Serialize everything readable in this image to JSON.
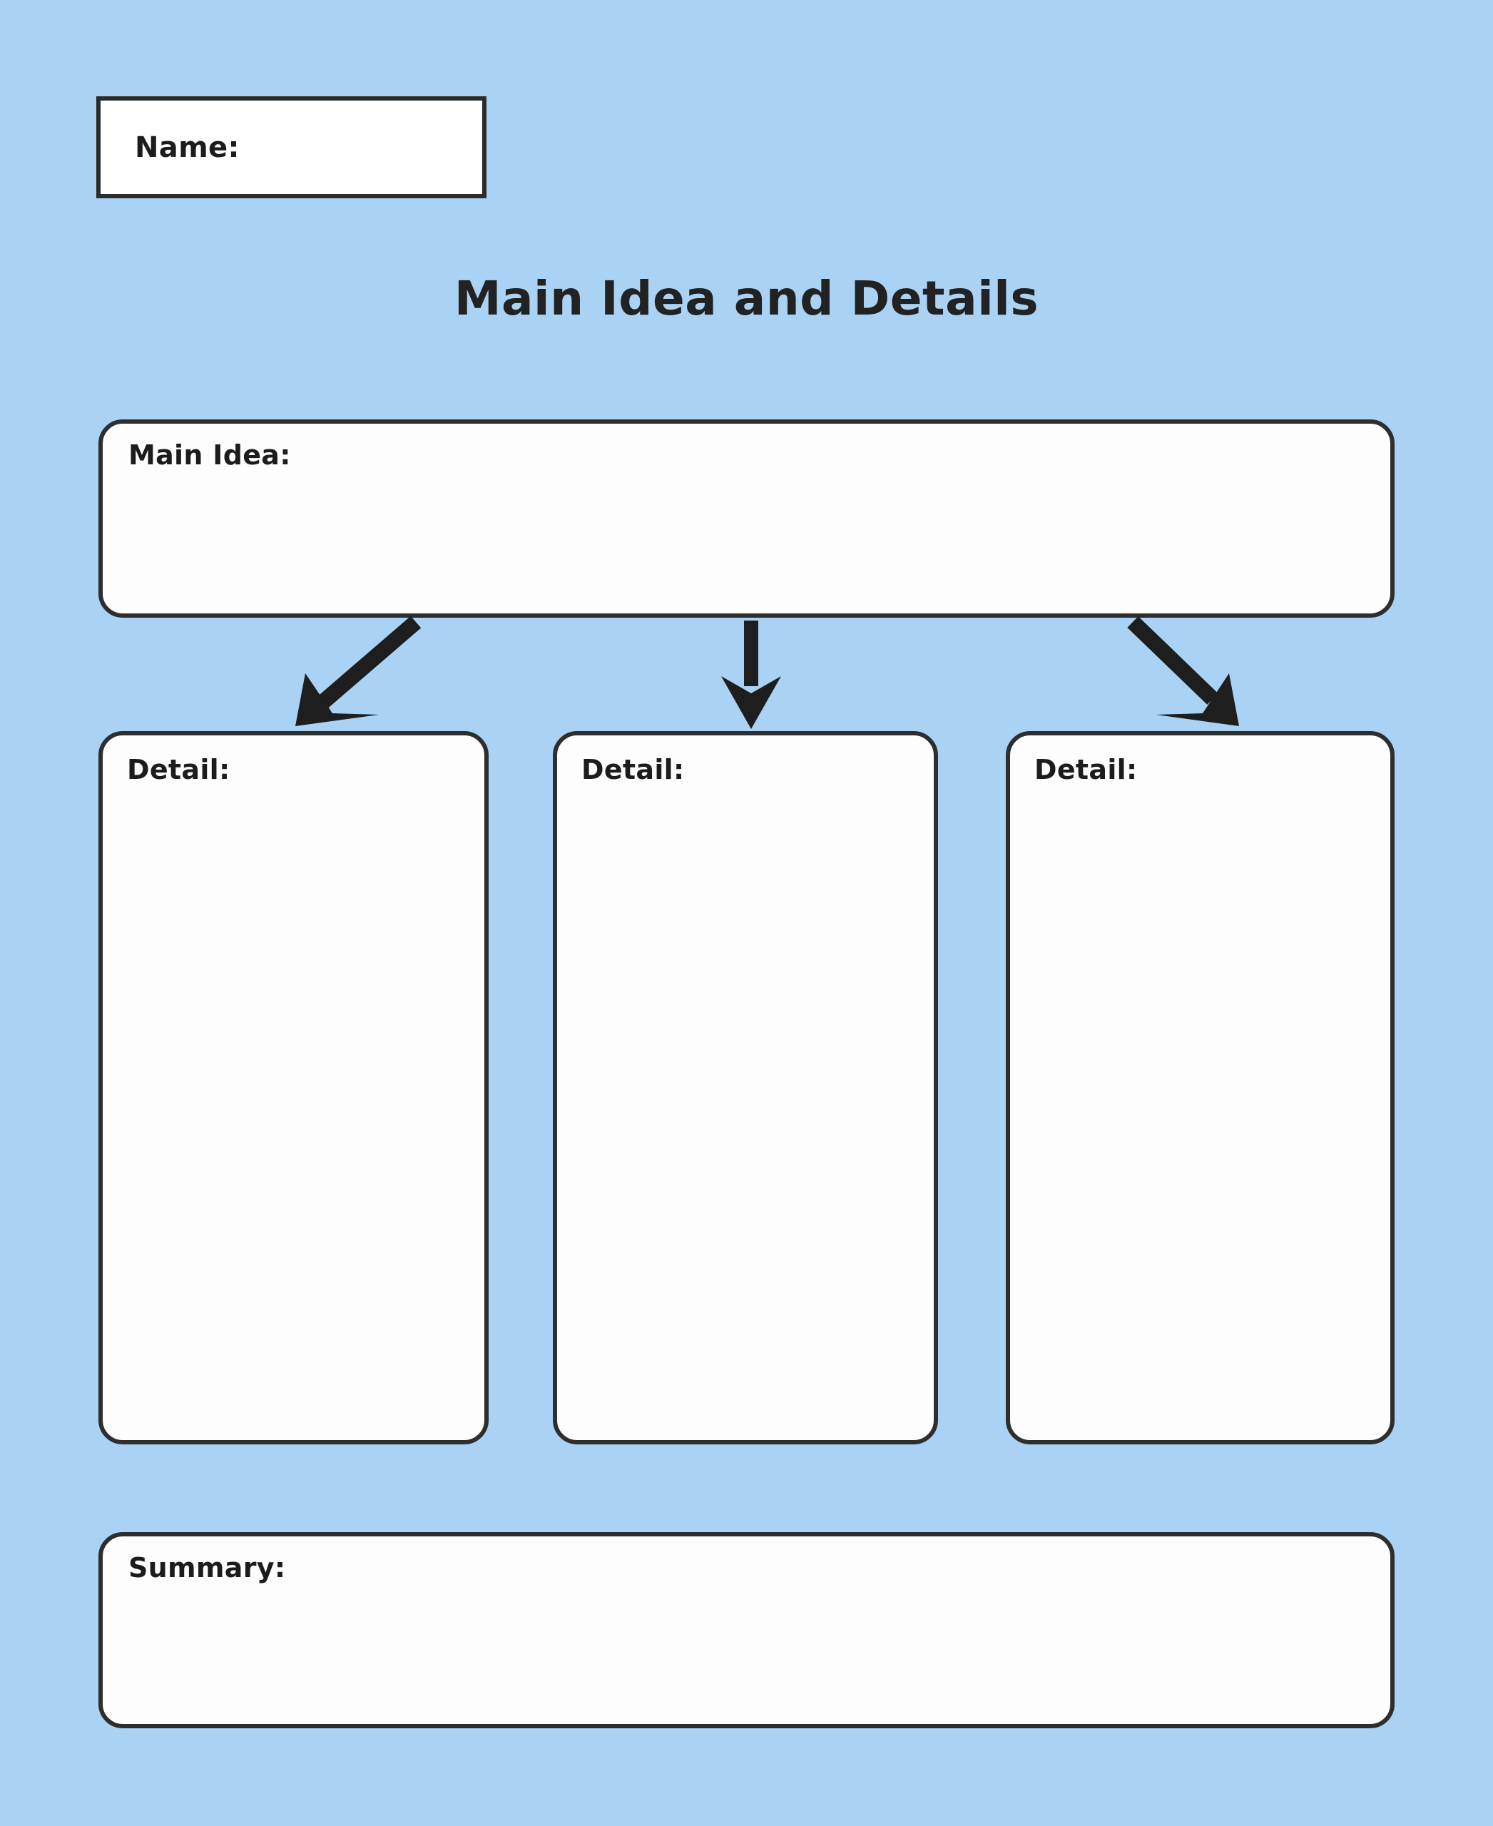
{
  "page": {
    "background_color": "#a9d2f4",
    "title": "Main Idea and Details"
  },
  "name_field": {
    "label": "Name:",
    "value": ""
  },
  "main_idea": {
    "label": "Main Idea:",
    "value": ""
  },
  "details": [
    {
      "label": "Detail:",
      "value": ""
    },
    {
      "label": "Detail:",
      "value": ""
    },
    {
      "label": "Detail:",
      "value": ""
    }
  ],
  "summary": {
    "label": "Summary:",
    "value": ""
  },
  "connectors": [
    {
      "name": "arrow-main-idea-to-detail-1",
      "direction": "down-left"
    },
    {
      "name": "arrow-main-idea-to-detail-2",
      "direction": "down"
    },
    {
      "name": "arrow-main-idea-to-detail-3",
      "direction": "down-right"
    }
  ],
  "colors": {
    "background": "#a9d2f4",
    "box_fill": "#fdfdfd",
    "box_border": "#2e2e2e",
    "text": "#1c1c1c",
    "arrow": "#1e1e1e"
  }
}
